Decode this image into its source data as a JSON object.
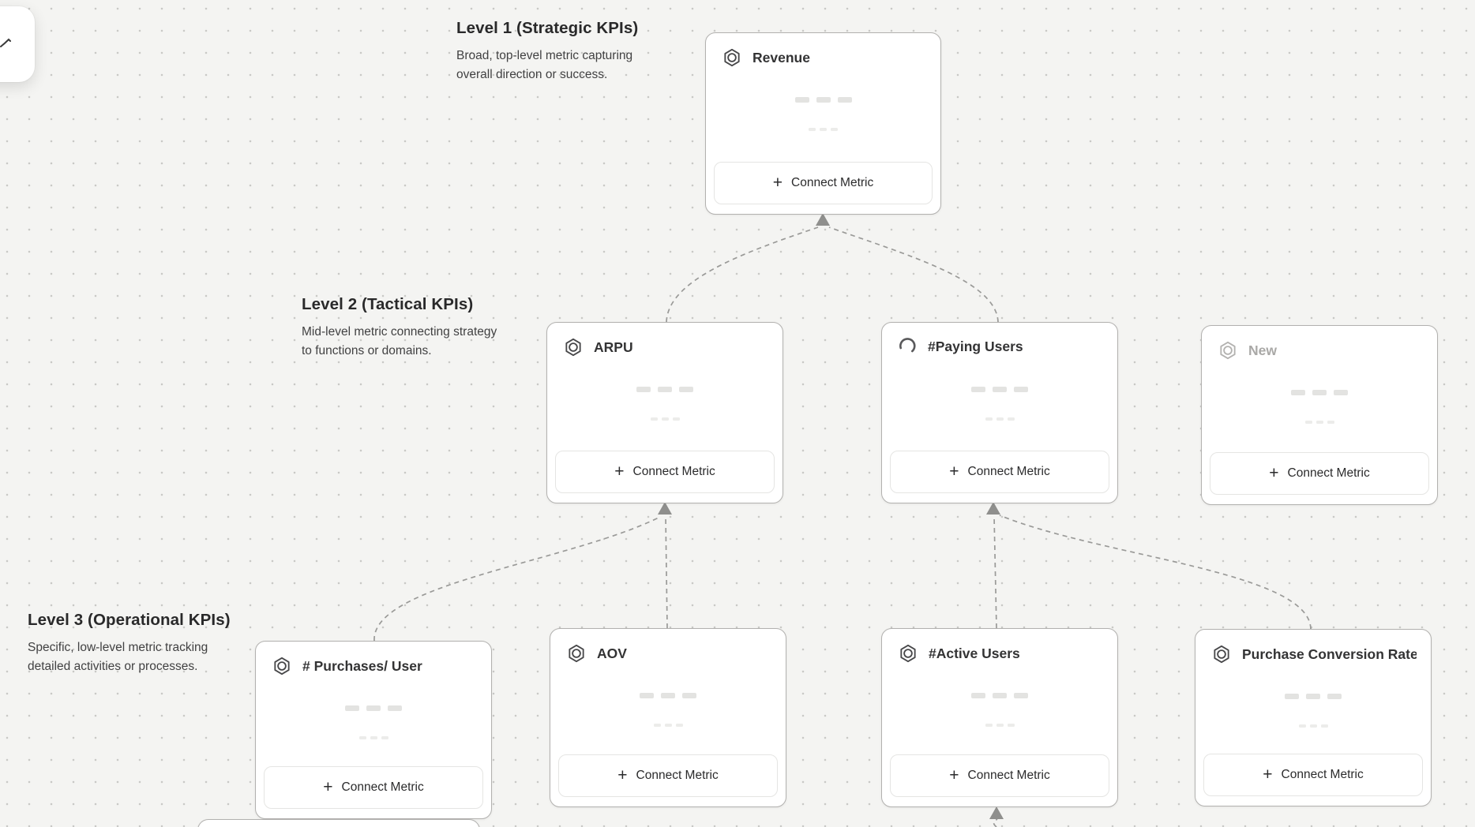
{
  "sections": {
    "level1": {
      "title": "Level 1 (Strategic KPIs)",
      "description": "Broad, top-level metric capturing overall direction or success."
    },
    "level2": {
      "title": "Level 2 (Tactical KPIs)",
      "description": "Mid-level metric connecting strategy to functions or domains."
    },
    "level3": {
      "title": "Level 3 (Operational KPIs)",
      "description": "Specific, low-level metric tracking detailed activities or processes."
    }
  },
  "cards": [
    {
      "title": "Revenue",
      "level": 1,
      "icon": "metric-hexagon",
      "state": "default",
      "button": "Connect Metric",
      "plus": "+"
    },
    {
      "title": "ARPU",
      "level": 2,
      "icon": "metric-hexagon",
      "state": "default",
      "button": "Connect Metric",
      "plus": "+"
    },
    {
      "title": "#Paying Users",
      "level": 2,
      "icon": "loading-spinner",
      "state": "loading",
      "button": "Connect Metric",
      "plus": "+"
    },
    {
      "title": "New",
      "level": 2,
      "icon": "metric-hexagon",
      "state": "pending",
      "button": "Connect Metric",
      "plus": "+"
    },
    {
      "title": "# Purchases/ User",
      "level": 3,
      "icon": "metric-hexagon",
      "state": "default",
      "button": "Connect Metric",
      "plus": "+"
    },
    {
      "title": "AOV",
      "level": 3,
      "icon": "metric-hexagon",
      "state": "default",
      "button": "Connect Metric",
      "plus": "+"
    },
    {
      "title": "#Active Users",
      "level": 3,
      "icon": "metric-hexagon",
      "state": "default",
      "button": "Connect Metric",
      "plus": "+"
    },
    {
      "title": "Purchase Conversion Rate",
      "level": 3,
      "icon": "metric-hexagon",
      "state": "default",
      "button": "Connect Metric",
      "plus": "+"
    }
  ],
  "edges": [
    {
      "from": "ARPU",
      "to": "Revenue"
    },
    {
      "from": "#Paying Users",
      "to": "Revenue"
    },
    {
      "from": "# Purchases/ User",
      "to": "ARPU"
    },
    {
      "from": "AOV",
      "to": "ARPU"
    },
    {
      "from": "#Active Users",
      "to": "#Paying Users"
    },
    {
      "from": "Purchase Conversion Rate",
      "to": "#Paying Users"
    },
    {
      "from": "offscreen-below",
      "to": "#Active Users"
    }
  ],
  "colors": {
    "canvas_bg": "#f4f4f2",
    "grid_dot": "#c9c9c6",
    "card_border": "#b2b1af",
    "connector": "#9a9a98",
    "arrowhead": "#8f8f8d",
    "skeleton_dark": "#e3e3e1",
    "skeleton_light": "#ececea",
    "pending_text": "#a9a8a6"
  }
}
